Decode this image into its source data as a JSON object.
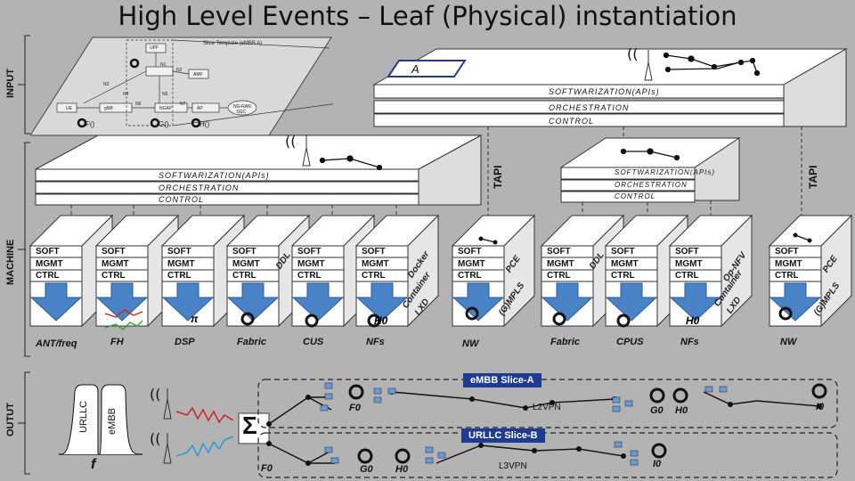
{
  "title": "High Level Events – Leaf (Physical) instantiation",
  "section_labels": {
    "input": "INPUT",
    "machine": "MACHINE",
    "output": "OUTUT"
  },
  "slice_template": {
    "title": "Slice Template (eMBB A)",
    "node_labels": [
      "UPF",
      "UE",
      "AMF",
      "gNB",
      "NGAP",
      "AP",
      "NG-RAN",
      "5GC"
    ],
    "link_labels": [
      "N1",
      "N2",
      "N3",
      "N4",
      "N5",
      "N6",
      "N7"
    ],
    "func_labels": [
      "F()",
      "G()",
      "H()"
    ]
  },
  "input_box_label": "A",
  "layers": {
    "softwarization": "SOFTWARIZATION(APIs)",
    "orchestration": "ORCHESTRATION",
    "control": "CONTROL"
  },
  "tapi": "TAPI",
  "stack": {
    "soft": "SOFT",
    "mgmt": "MGMT",
    "ctrl": "CTRL"
  },
  "side_texts": [
    "DDL",
    "Docker",
    "Container",
    "LXD",
    "PCE",
    "(G)MPLS",
    "DDL",
    "Op-NFV",
    "Container",
    "LXD",
    "PCE",
    "(G)MPLS"
  ],
  "glyphs": {
    "pi": "π",
    "h0": "H0"
  },
  "resource_labels": [
    "ANT/freq",
    "FH",
    "DSP",
    "Fabric",
    "CUS",
    "NFs",
    "NW",
    "Fabric",
    "CPUS",
    "NFs",
    "NW"
  ],
  "output": {
    "slice_a": "eMBB Slice-A",
    "slice_b": "URLLC Slice-B",
    "l2vpn": "L2VPN",
    "l3vpn": "L3VPN",
    "a_funcs": [
      "F0",
      "G0",
      "H0",
      "I0"
    ],
    "b_funcs": [
      "F0",
      "G0",
      "H0",
      "I0"
    ],
    "spectrum_labels": [
      "URLLC",
      "eMBB"
    ],
    "freq": "f",
    "sum": "Σ"
  },
  "colors": {
    "arrow": "#4a82c8",
    "slice_tag": "#1f3a93",
    "red_signal": "#d02020",
    "blue_signal": "#20a0d0"
  }
}
